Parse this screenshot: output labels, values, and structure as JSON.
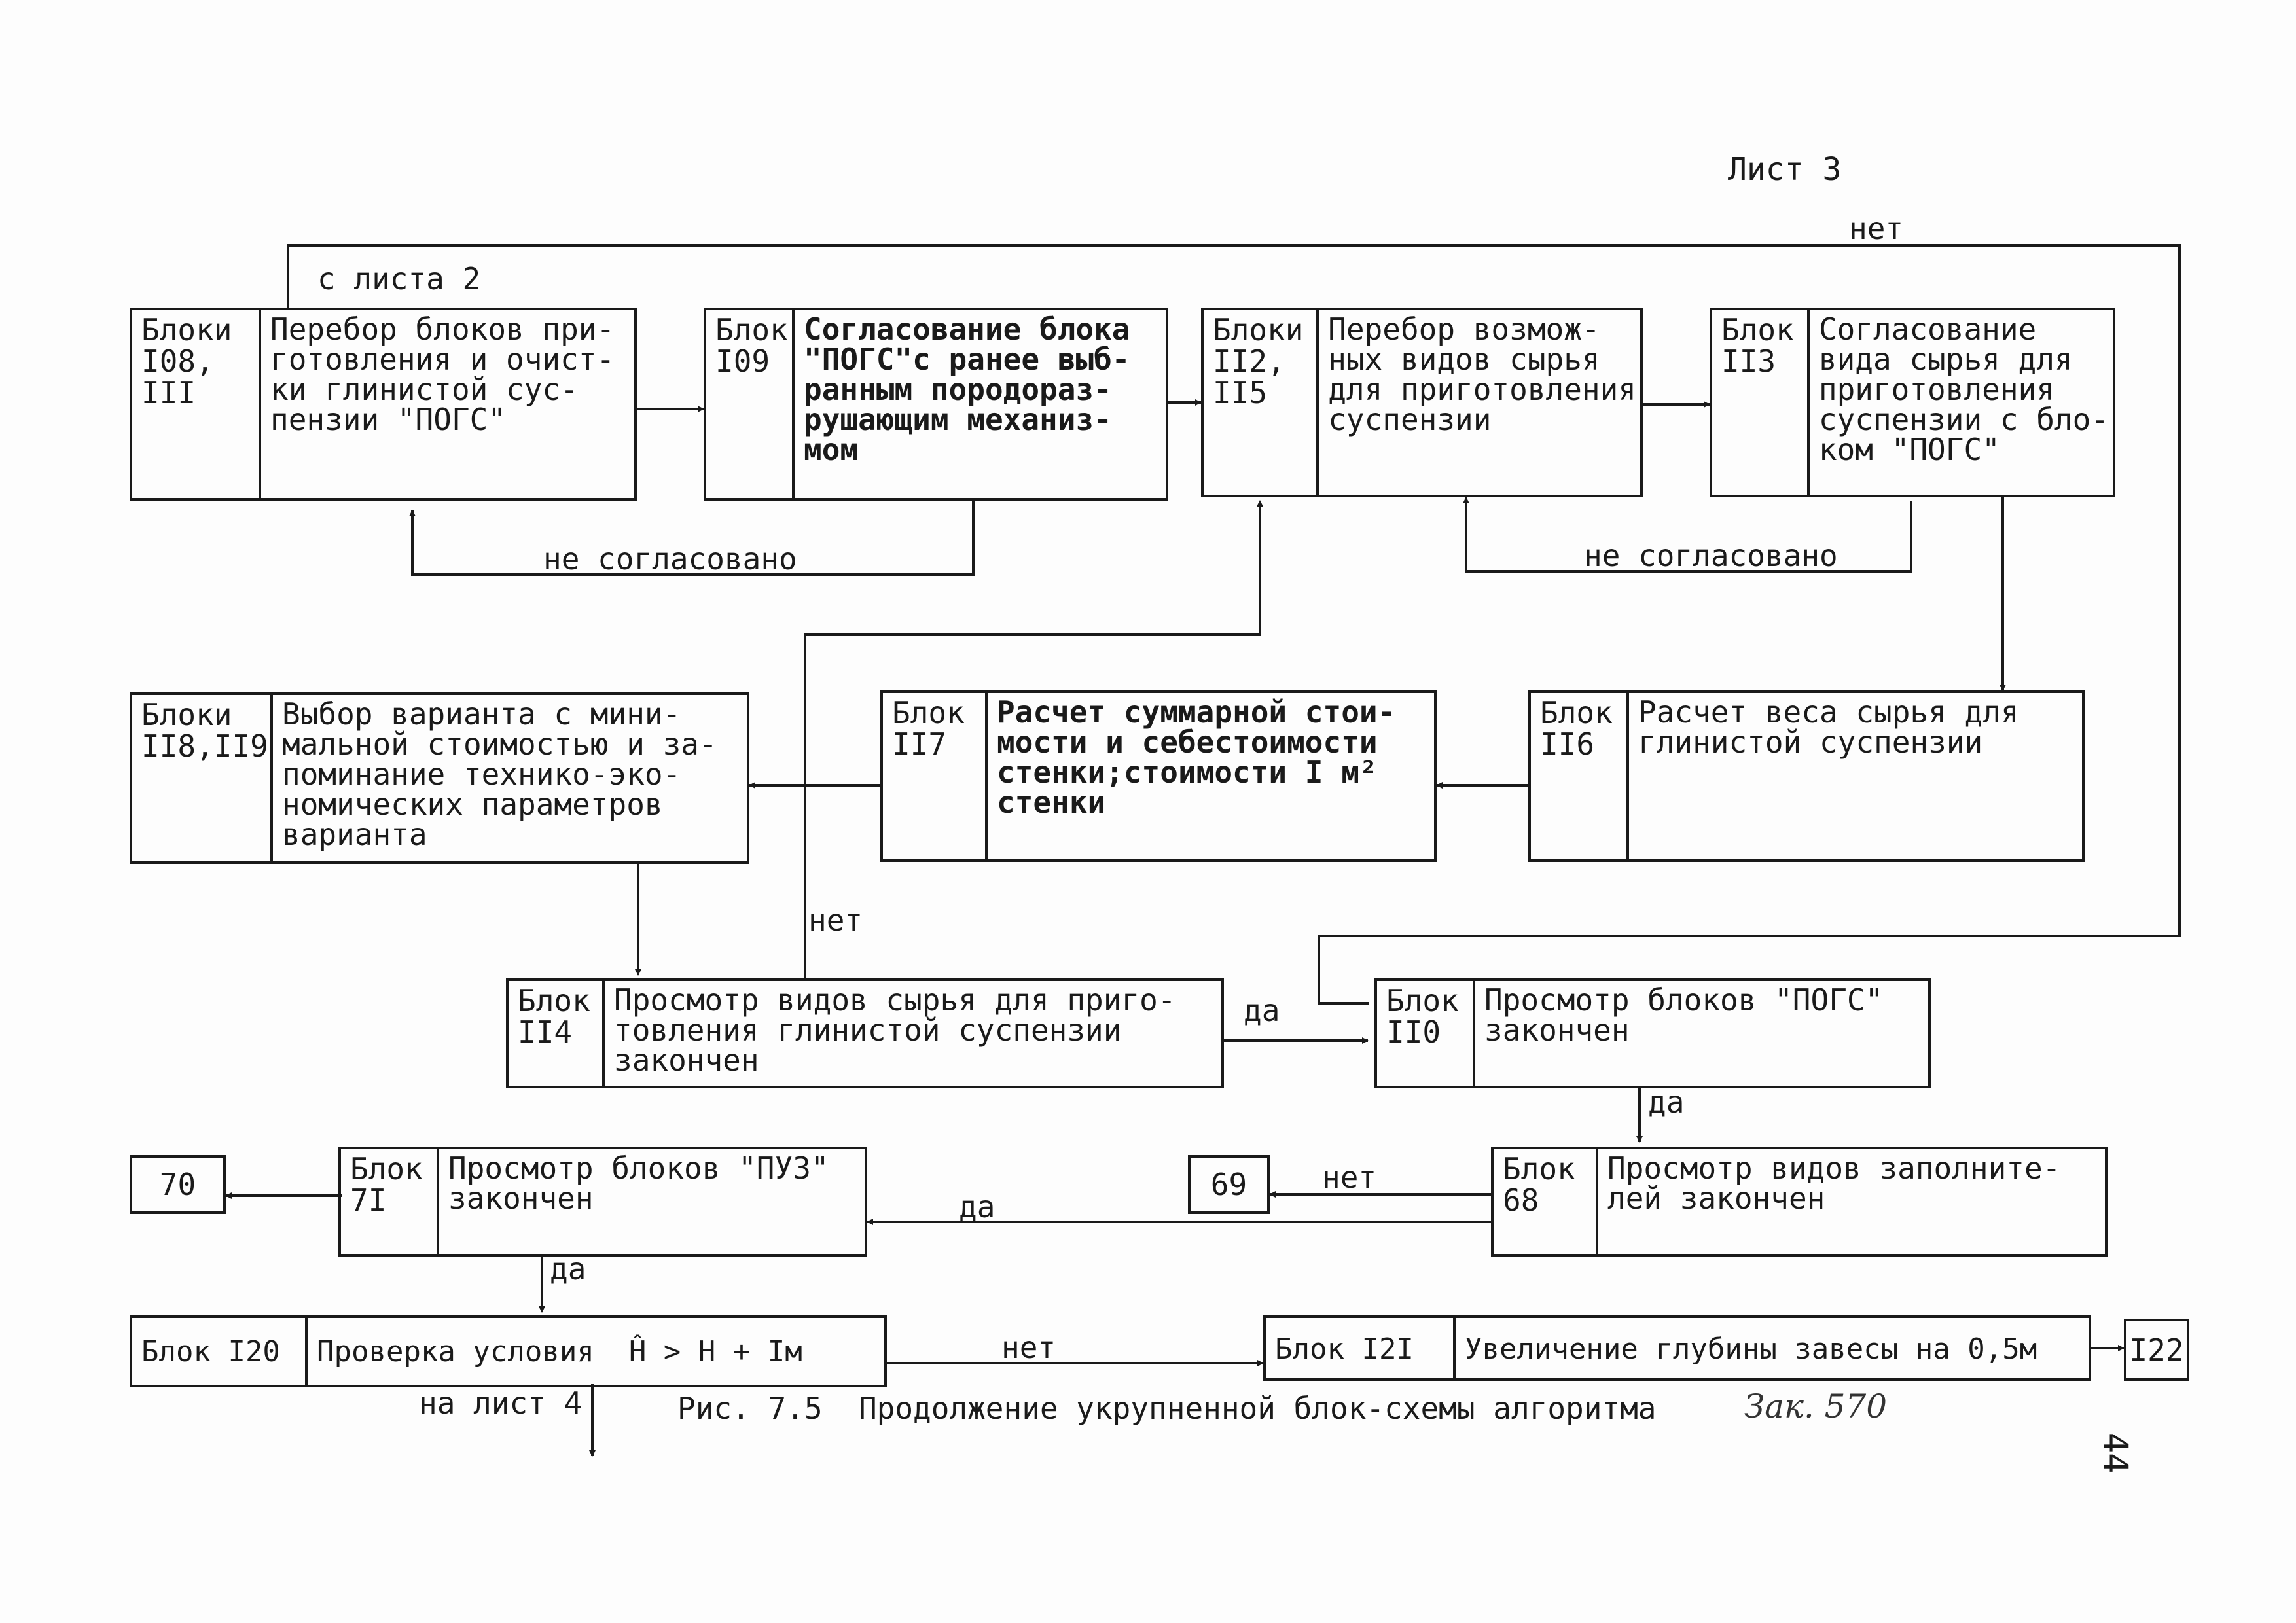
{
  "sheet_label": "Лист 3",
  "blocks": {
    "b108": {
      "id": "Блоки\nI08,\nIII",
      "text": "Перебор блоков при-\nготовления и очист-\nки глинистой сус-\nпензии \"ПОГС\""
    },
    "b109": {
      "id": "Блок\nI09",
      "text": "Согласование блока\n\"ПОГС\"с ранее выб-\nранным породораз-\nрушающим механиз-\nмом"
    },
    "b112": {
      "id": "Блоки\nII2,\nII5",
      "text": "Перебор возмож-\nных видов сырья\nдля приготовления\nсуспензии"
    },
    "b113": {
      "id": "Блок\nII3",
      "text": "Согласование\nвида сырья для\nприготовления\nсуспензии с бло-\nком \"ПОГС\""
    },
    "b118": {
      "id": "Блоки\nII8,II9",
      "text": "Выбор варианта с мини-\nмальной стоимостью и за-\nпоминание технико-эко-\nномических параметров\nварианта"
    },
    "b117": {
      "id": "Блок\nII7",
      "text": "Расчет суммарной стои-\nмости и себестоимости\nстенки;стоимости I м²\nстенки"
    },
    "b116": {
      "id": "Блок\nII6",
      "text": "Расчет веса сырья для\nглинистой суспензии"
    },
    "b114": {
      "id": "Блок\nII4",
      "text": "Просмотр видов сырья для приго-\nтовления глинистой суспензии\nзакончен"
    },
    "b110": {
      "id": "Блок\nII0",
      "text": "Просмотр блоков \"ПОГС\"\nзакончен"
    },
    "b71": {
      "id": "Блок\n7I",
      "text": "Просмотр блоков \"ПУЗ\"\nзакончен"
    },
    "b68": {
      "id": "Блок\n68",
      "text": "Просмотр видов заполните-\nлей закончен"
    },
    "b120": {
      "id": "Блок I20",
      "text": "Проверка условия  Ĥ > H + Iм"
    },
    "b121": {
      "id": "Блок I2I",
      "text": "Увеличение глубины завесы на 0,5м"
    }
  },
  "connectors": {
    "c70": "70",
    "c69": "69",
    "c122": "I22"
  },
  "labels": {
    "from_sheet2": "с листа 2",
    "to_sheet4": "на лист 4",
    "not_agreed_1": "не согласовано",
    "not_agreed_2": "не согласовано",
    "no_top": "нет",
    "no_mid": "нет",
    "yes_114": "да",
    "yes_110": "да",
    "no_68": "нет",
    "yes_68": "да",
    "yes_71": "да",
    "no_120": "нет"
  },
  "caption": "Рис. 7.5  Продолжение укрупненной блок-схемы алгоритма",
  "handwritten_note": "Зак. 570",
  "page_number": "44"
}
